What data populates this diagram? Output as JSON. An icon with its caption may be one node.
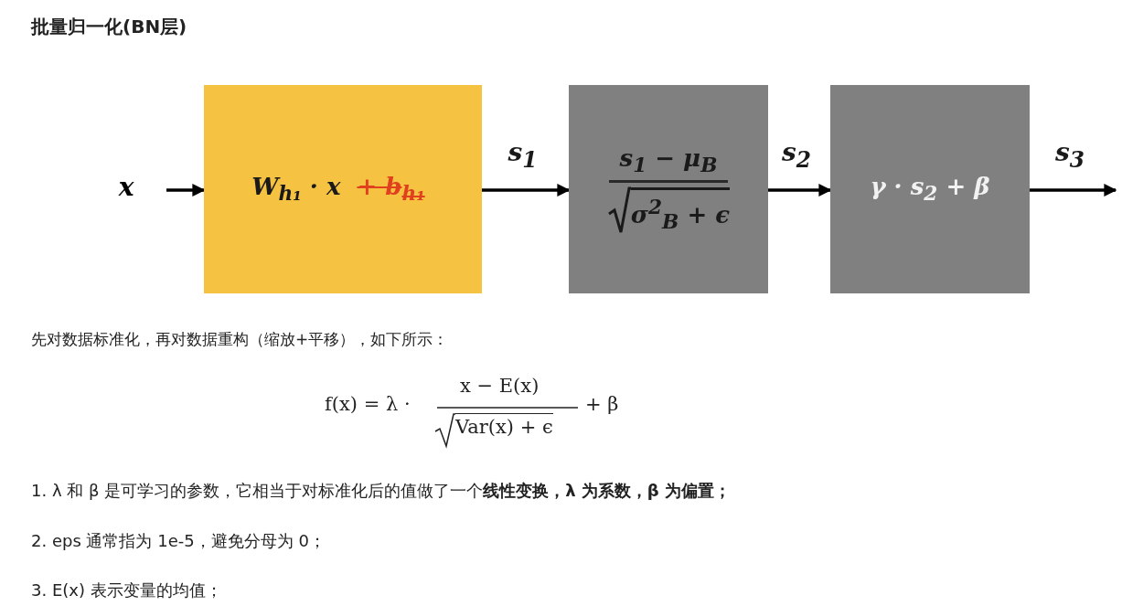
{
  "diagram": {
    "title": "批量归一化(BN层)",
    "nodes": [
      {
        "text": [
          "x"
        ]
      },
      {
        "text": [
          "W$_{h₁}$ · x",
          "+ b$_{h₁}$"
        ]
      },
      {
        "text": [
          "s$_{1}$ − μ$_{B}$",
          "σ$^{2}$$_{B}$ + ϵ"
        ]
      },
      {
        "text": [
          "γ · s$_{2}$ + β"
        ]
      }
    ],
    "edges": [
      {
        "from": 0,
        "to": 1,
        "arrow": "to"
      },
      {
        "from": 1,
        "to": 2,
        "arrow": "to",
        "label": "s$_{1}$"
      },
      {
        "from": 2,
        "to": 3,
        "arrow": "to",
        "label": "s$_{2}$"
      },
      {
        "from": 3,
        "to": null,
        "arrow": "to",
        "label": "s$_{3}$"
      }
    ],
    "labels": [
      "先对数据标准化，再对数据重构（缩放+平移），如下所示：",
      "f(x) = λ ·",
      "x − E(x)",
      "Var(x) + ϵ",
      "+ β",
      "1.  λ 和 β 是可学习的参数，它相当于对标准化后的值做了一个**线性变换，λ 为系数，β 为偏置；**",
      "2.  eps 通常指为 1e-5，避免分母为 0；",
      "3.  E(x) 表示变量的均值；"
    ]
  }
}
